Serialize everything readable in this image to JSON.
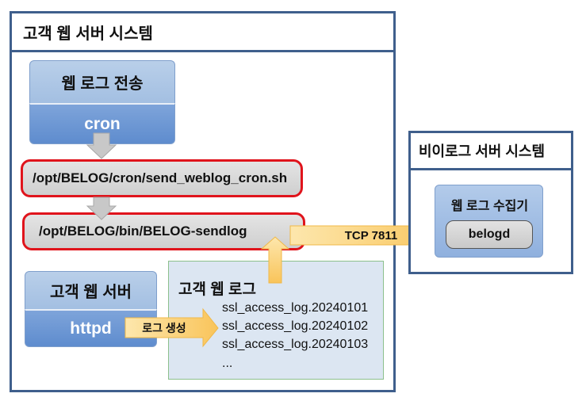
{
  "customer_system": {
    "title": "고객 웹 서버 시스템",
    "weblog_send": {
      "title": "웹 로그 전송",
      "subtitle": "cron"
    },
    "scripts": [
      {
        "path": "/opt/BELOG/cron/send_weblog_cron.sh"
      },
      {
        "path": "/opt/BELOG/bin/BELOG-sendlog"
      }
    ],
    "web_server": {
      "title": "고객 웹 서버",
      "subtitle": "httpd"
    },
    "web_log": {
      "title": "고객 웹 로그",
      "files": [
        "ssl_access_log.20240101",
        "ssl_access_log.20240102",
        "ssl_access_log.20240103",
        "..."
      ]
    },
    "log_create_label": "로그 생성"
  },
  "transfer": {
    "label": "TCP 7811"
  },
  "bilog_system": {
    "title": "비이로그 서버 시스템",
    "collector": {
      "title": "웹 로그 수집기",
      "daemon": "belogd"
    }
  },
  "colors": {
    "frame_border": "#3f5f8c",
    "highlight_border": "#e0141c",
    "arrow_fill": "#fcd98a",
    "gray_arrow": "#c8c8c8"
  }
}
